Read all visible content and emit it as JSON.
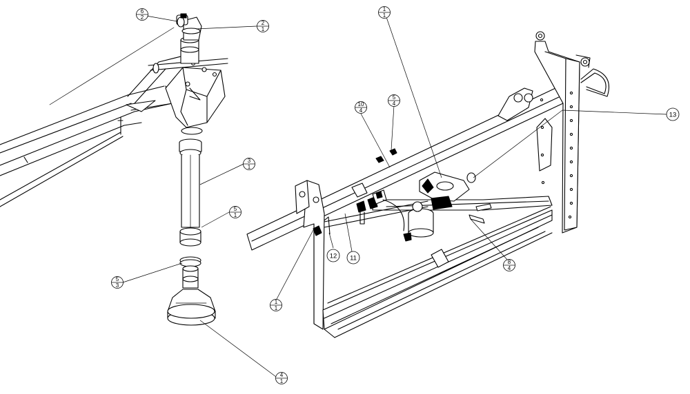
{
  "callouts": {
    "c6_2": {
      "top": "6",
      "bottom": "2"
    },
    "c2_1": {
      "top": "2",
      "bottom": "1"
    },
    "c3_1": {
      "top": "3",
      "bottom": "1"
    },
    "c5_1": {
      "top": "5",
      "bottom": "1"
    },
    "c5_3": {
      "top": "5",
      "bottom": "3"
    },
    "c4_1": {
      "top": "4",
      "bottom": "1"
    },
    "c1_1a": {
      "top": "1",
      "bottom": "1"
    },
    "c10_4": {
      "top": "10",
      "bottom": "4"
    },
    "c5_4": {
      "top": "5",
      "bottom": "4"
    },
    "c13": {
      "label": "13"
    },
    "c12": {
      "label": "12"
    },
    "c11": {
      "label": "11"
    },
    "c8_4": {
      "top": "8",
      "bottom": "4"
    },
    "c1_1b": {
      "top": "1",
      "bottom": "1"
    }
  }
}
